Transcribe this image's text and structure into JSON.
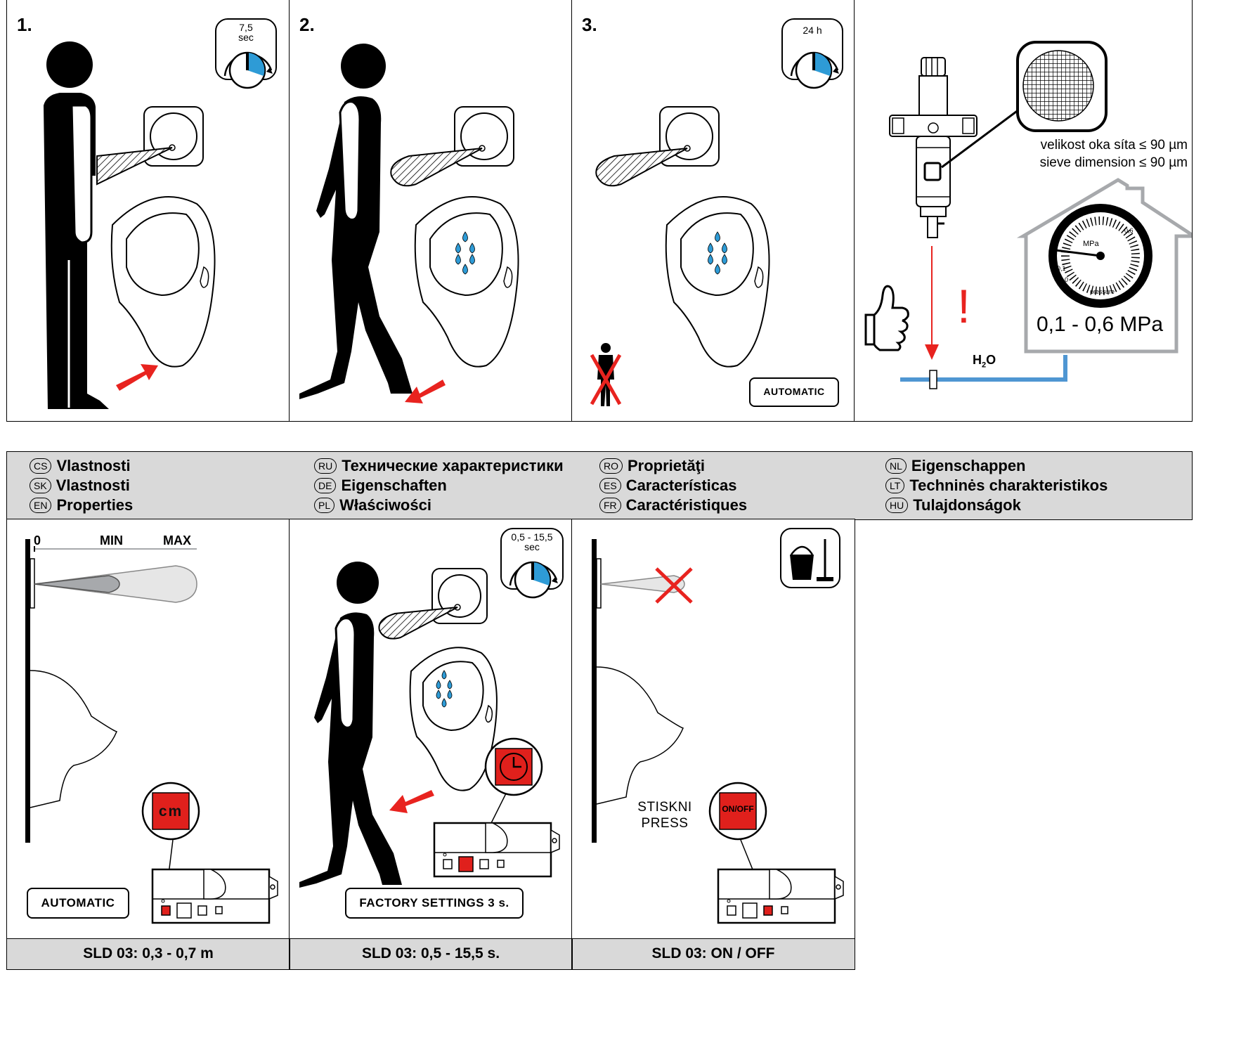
{
  "top_panels": [
    {
      "num": "1.",
      "timer": [
        "7,5",
        "sec"
      ]
    },
    {
      "num": "2."
    },
    {
      "num": "3.",
      "timer": [
        "24 h"
      ],
      "tag": "AUTOMATIC"
    },
    {
      "sieve": [
        "velikost oka síta ≤ 90 µm",
        "sieve dimension ≤ 90 µm"
      ],
      "gauge": {
        "unit": "MPa",
        "ticks": [
          "0",
          "0,1",
          "0,6"
        ],
        "label": "pressure"
      },
      "pressure_range": "0,1 - 0,6 MPa",
      "warning": "!",
      "water": {
        "main": "H",
        "sub": "2",
        "end": "O"
      }
    }
  ],
  "languages": [
    {
      "code": "CS",
      "label": "Vlastnosti"
    },
    {
      "code": "SK",
      "label": "Vlastnosti"
    },
    {
      "code": "EN",
      "label": "Properties"
    },
    {
      "code": "RU",
      "label": "Технические характеристики"
    },
    {
      "code": "DE",
      "label": "Eigenschaften"
    },
    {
      "code": "PL",
      "label": "Właściwości"
    },
    {
      "code": "RO",
      "label": "Proprietăţi"
    },
    {
      "code": "ES",
      "label": "Características"
    },
    {
      "code": "FR",
      "label": "Caractéristiques"
    },
    {
      "code": "NL",
      "label": "Eigenschappen"
    },
    {
      "code": "LT",
      "label": "Techninės charakteristikos"
    },
    {
      "code": "HU",
      "label": "Tulajdonságok"
    }
  ],
  "bottom_panels": [
    {
      "range_labels": [
        "0",
        "MIN",
        "MAX"
      ],
      "button": "cm",
      "tag": "AUTOMATIC",
      "footer": "SLD 03: 0,3 - 0,7 m"
    },
    {
      "timer": [
        "0,5 - 15,5",
        "sec"
      ],
      "tag": "FACTORY SETTINGS 3 s.",
      "footer": "SLD 03: 0,5 - 15,5 s."
    },
    {
      "press": [
        "STISKNI",
        "PRESS"
      ],
      "button": "ON/OFF",
      "footer": "SLD 03: ON / OFF"
    }
  ],
  "colors": {
    "accent_blue": "#2e9bd6",
    "arrow_red": "#e8231f",
    "button_red": "#e0201c",
    "house_gray": "#a7a9ac",
    "bar_gray": "#d9d9d9",
    "pipe_blue": "#4f96d2"
  }
}
